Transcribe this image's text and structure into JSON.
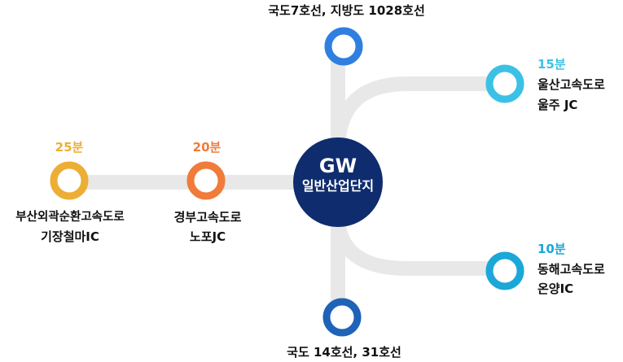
{
  "center": {
    "title": "GW",
    "subtitle": "일반산업단지",
    "color": "#0f2d6e"
  },
  "road_color": "#e8e8e8",
  "nodes": {
    "top": {
      "label": "국도7호선, 지방도 1028호선",
      "color": "#2f7fe0"
    },
    "bottom": {
      "label": "국도 14호선, 31호선",
      "color": "#1f63b8"
    },
    "ulsan": {
      "time": "15분",
      "line1": "울산고속도로",
      "line2": "울주 JC",
      "color": "#3cc1e6"
    },
    "donghae": {
      "time": "10분",
      "line1": "동해고속도로",
      "line2": "온양IC",
      "color": "#1ba7d8"
    },
    "gyeongbu": {
      "time": "20분",
      "line1": "경부고속도로",
      "line2": "노포JC",
      "color": "#f07b3a"
    },
    "busan": {
      "time": "25분",
      "line1": "부산외곽순환고속도로",
      "line2": "기장철마IC",
      "color": "#ecae34"
    }
  }
}
